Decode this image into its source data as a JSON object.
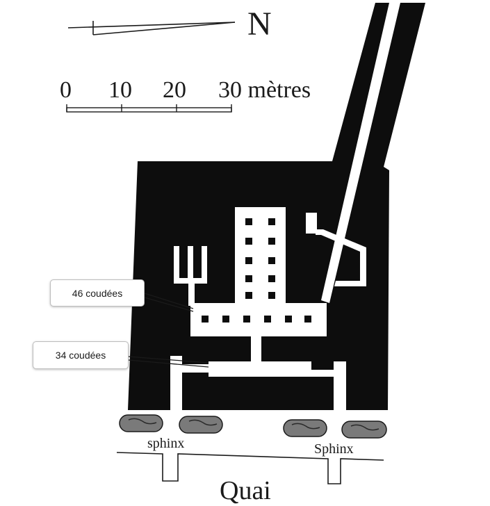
{
  "north": {
    "label": "N"
  },
  "scale": {
    "ticks": [
      "0",
      "10",
      "20"
    ],
    "end_label": "30 mètres"
  },
  "callouts": [
    {
      "label": "46 coudées"
    },
    {
      "label": "34 coudées"
    }
  ],
  "labels": {
    "sphinx_left": "sphinx",
    "sphinx_right": "Sphinx",
    "quay": "Quai"
  },
  "colors": {
    "fill": "#0d0d0d",
    "sphinx": "#7a7a7a"
  }
}
